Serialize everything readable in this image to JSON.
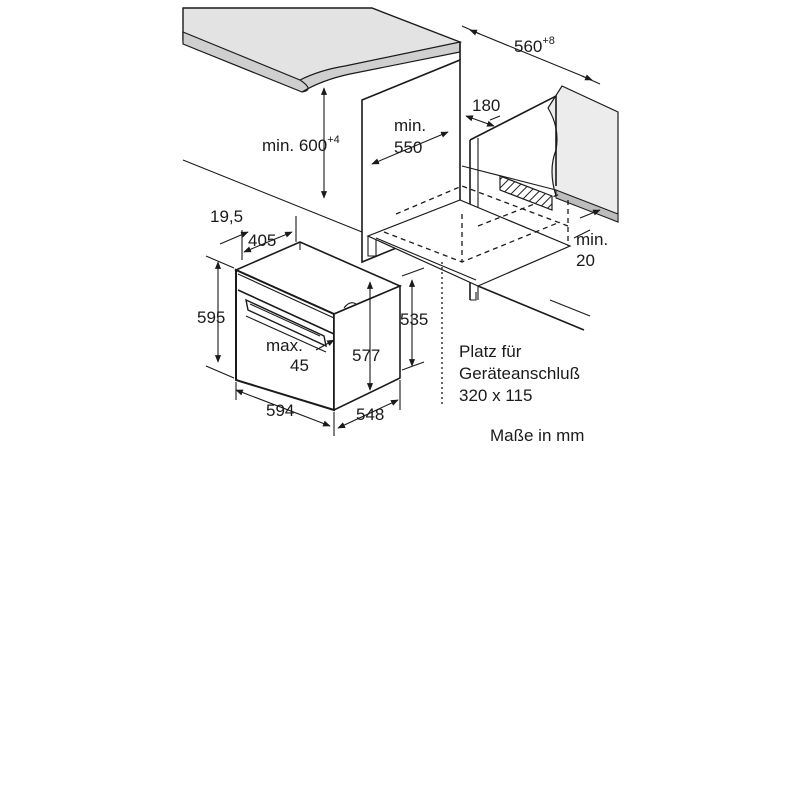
{
  "dimensions": {
    "niche_width": "560",
    "niche_width_tol": "+8",
    "niche_height_prefix": "min. ",
    "niche_height": "600",
    "niche_height_tol": "+4",
    "niche_depth_min": "min.",
    "niche_depth_val": "550",
    "vent_opening": "180",
    "gap_min": "min.",
    "gap_val": "20",
    "front_thickness": "19,5",
    "depth_405": "405",
    "oven_height": "595",
    "body_height": "535",
    "handle_max": "max.",
    "handle_val": "45",
    "inner_577": "577",
    "oven_width": "594",
    "oven_depth": "548"
  },
  "notes": {
    "connection_line1": "Platz für",
    "connection_line2": "Geräteanschluß",
    "connection_line3": "320 x 115",
    "units": "Maße in mm"
  },
  "colors": {
    "worktop_fill": "#e3e3e3",
    "wall_fill": "#ececec",
    "line": "#1a1a1a"
  }
}
